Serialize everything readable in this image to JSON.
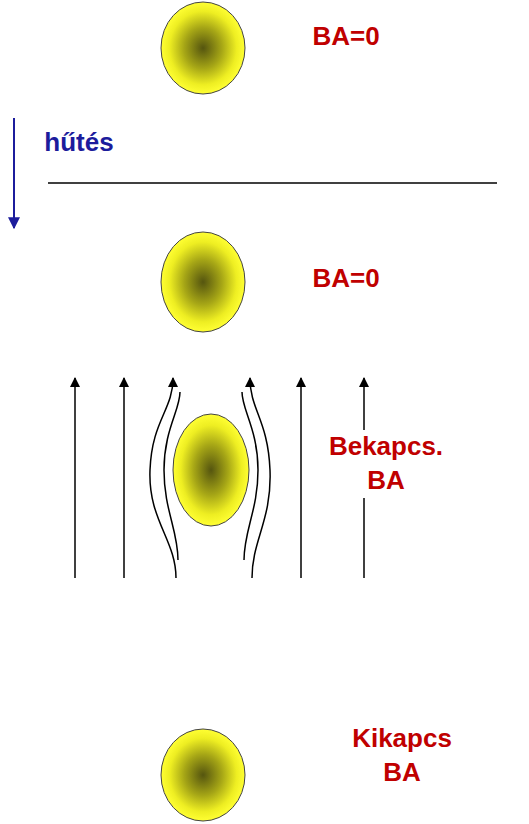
{
  "diagram": {
    "labels": [
      "BA=0",
      "hűtés",
      "BA=0",
      "Bekapcs. BA",
      "Kikapcs BA"
    ]
  }
}
